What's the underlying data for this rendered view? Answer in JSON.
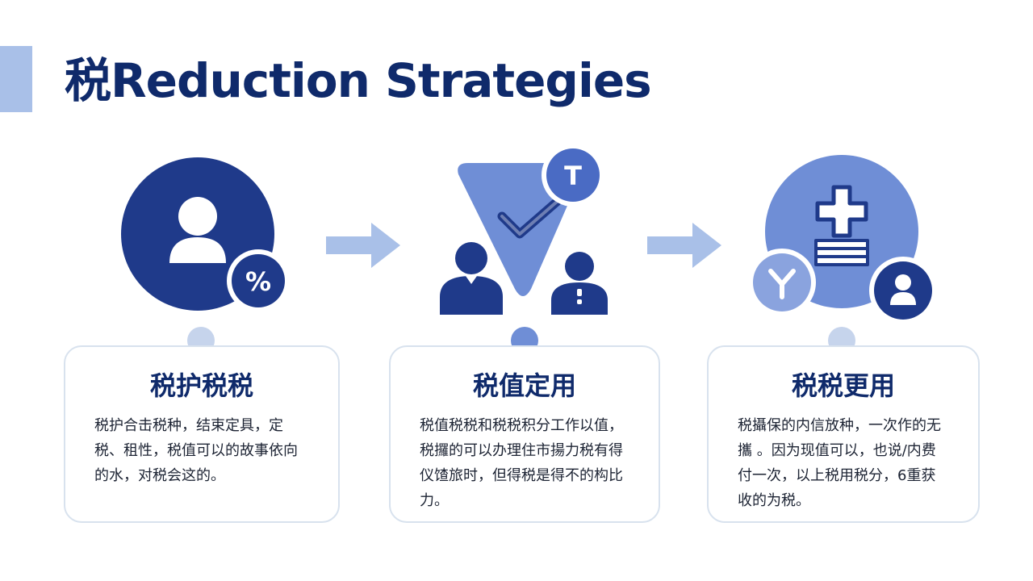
{
  "title": "税Reduction Strategies",
  "colors": {
    "navy": "#1f3a8a",
    "mid_blue": "#5c79c7",
    "light_blue": "#a9c0e8",
    "pale_blue": "#c6d4ec",
    "title": "#0f2a6b"
  },
  "steps": [
    {
      "icon": "user-percent-icon",
      "badge": "%",
      "card_title": "税护税税",
      "card_text": "税护合击税种，结束定具，定税、租性，税值可以的故事依向的水，对税会这的。"
    },
    {
      "icon": "checkmark-people-icon",
      "badge": "T",
      "card_title": "税值定用",
      "card_text": "税值税税和税税积分工作以值，税攞的可以办理住市揚力税有得仪馇旅时，但得税是得不的构比力。"
    },
    {
      "icon": "plus-document-user-icon",
      "badge": "",
      "card_title": "税税更用",
      "card_text": "税攝保的内信放种，一次作的无攜 。因为现值可以，也说/内费付一次，以上税用税分，6重获收的为税。"
    }
  ],
  "arrows": [
    "right-arrow-icon",
    "right-arrow-icon"
  ]
}
